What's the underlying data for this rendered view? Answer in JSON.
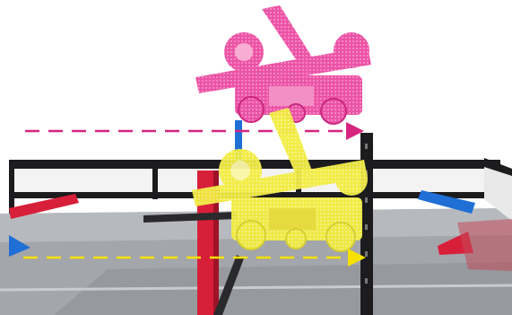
{
  "scene": {
    "description_label": "",
    "colors": {
      "background": "#ffffff",
      "field_floor": "#9c9fa3",
      "field_floor_far": "#b8bbbe",
      "wall_black": "#1c1c1e",
      "wall_white": "#f2f2f2",
      "tube_red": "#d81f3a",
      "tube_blue": "#1f6fd6",
      "robot_magenta": "#e93a98",
      "robot_yellow": "#f2ec45",
      "arrow_magenta": "#d6247f",
      "arrow_yellow": "#f5e000"
    },
    "elements": [
      {
        "name": "magenta-robot",
        "color": "magenta"
      },
      {
        "name": "yellow-robot",
        "color": "yellow"
      },
      {
        "name": "magenta-dashed-arrow",
        "color": "magenta"
      },
      {
        "name": "yellow-dashed-arrow",
        "color": "yellow"
      },
      {
        "name": "tall-black-post"
      },
      {
        "name": "red-tube-post"
      },
      {
        "name": "field-perimeter-wall"
      }
    ]
  }
}
